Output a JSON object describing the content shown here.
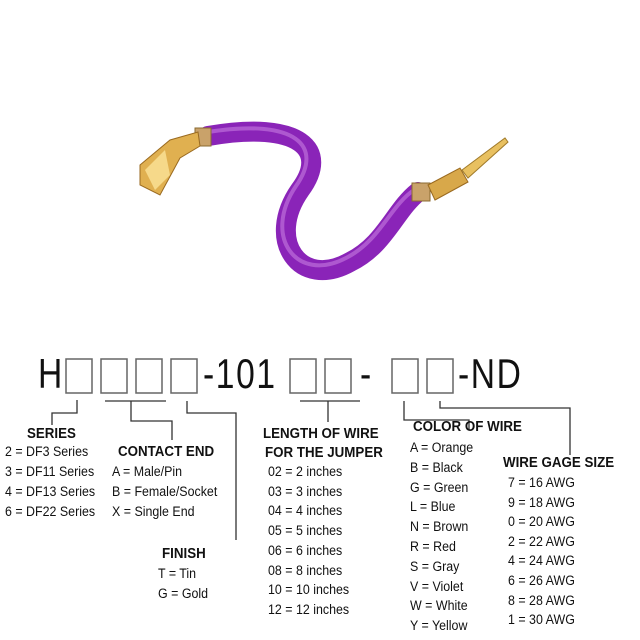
{
  "colors": {
    "wire": "#9b30c8",
    "wire_highlight": "#c77be0",
    "contact": "#d9a441"
  },
  "part_number": {
    "prefix": "H",
    "mid": "-101",
    "dash": "-",
    "suffix": "-ND"
  },
  "series": {
    "title": "SERIES",
    "items": [
      "2 = DF3 Series",
      "3 = DF11 Series",
      "4 = DF13 Series",
      "6 = DF22 Series"
    ]
  },
  "contact_end": {
    "title": "CONTACT END",
    "items": [
      "A = Male/Pin",
      "B = Female/Socket",
      "X = Single End"
    ]
  },
  "finish": {
    "title": "FINISH",
    "items": [
      "T = Tin",
      "G = Gold"
    ]
  },
  "length": {
    "title_line1": "LENGTH OF WIRE",
    "title_line2": "FOR THE JUMPER",
    "items": [
      "02 = 2 inches",
      "03 = 3 inches",
      "04 = 4 inches",
      "05 = 5 inches",
      "06 = 6 inches",
      "08 = 8 inches",
      "10 = 10 inches",
      "12 = 12 inches"
    ]
  },
  "color": {
    "title": "COLOR OF WIRE",
    "items": [
      "A = Orange",
      "B = Black",
      "G = Green",
      "L = Blue",
      "N = Brown",
      "R = Red",
      "S = Gray",
      "V = Violet",
      "W = White",
      "Y = Yellow"
    ]
  },
  "gage": {
    "title": "WIRE GAGE SIZE",
    "items": [
      "7 = 16 AWG",
      "9 = 18 AWG",
      "0 = 20 AWG",
      "2 = 22 AWG",
      "4 = 24 AWG",
      "6 = 26 AWG",
      "8 = 28 AWG",
      "1 = 30 AWG"
    ]
  }
}
